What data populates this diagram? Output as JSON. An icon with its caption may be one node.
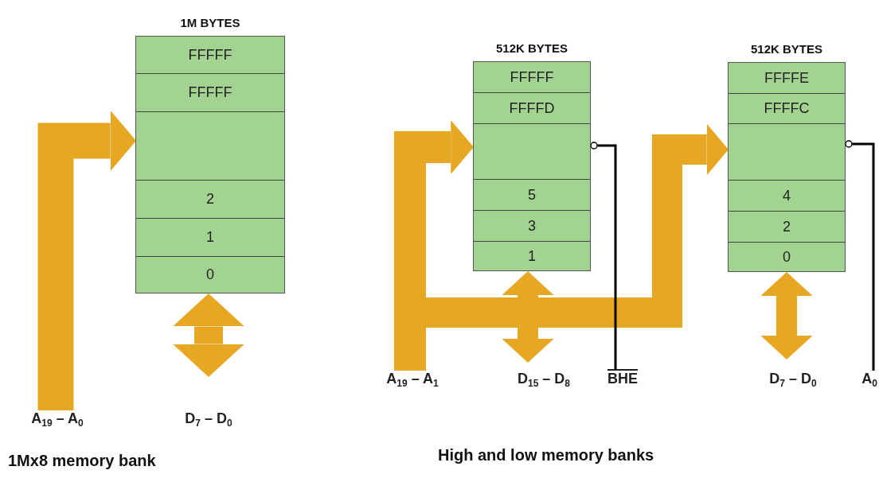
{
  "diagram": {
    "nodes": [
      {
        "text": [
          "1M BYTES"
        ]
      },
      {
        "text": [
          "FFFFF"
        ],
        "in": 0
      },
      {
        "text": [
          "FFFFF"
        ],
        "in": 0
      },
      {
        "text": [],
        "shape": "box",
        "in": 0
      },
      {
        "text": [
          "2"
        ],
        "in": 0
      },
      {
        "text": [
          "1"
        ],
        "in": 0
      },
      {
        "text": [
          "0"
        ],
        "in": 0
      },
      {
        "text": [
          "A$_{19}$ – A$_{0}$"
        ]
      },
      {
        "text": [
          "D$_{7}$ – D$_{0}$"
        ]
      },
      {
        "text": [
          "512K BYTES"
        ]
      },
      {
        "text": [
          "FFFFF"
        ],
        "in": 9
      },
      {
        "text": [
          "FFFFD"
        ],
        "in": 9
      },
      {
        "text": [],
        "shape": "box",
        "in": 9
      },
      {
        "text": [
          "5"
        ],
        "in": 9
      },
      {
        "text": [
          "3"
        ],
        "in": 9
      },
      {
        "text": [
          "1"
        ],
        "in": 9
      },
      {
        "text": [
          "512K BYTES"
        ]
      },
      {
        "text": [
          "FFFFE"
        ],
        "in": 16
      },
      {
        "text": [
          "FFFFC"
        ],
        "in": 16
      },
      {
        "text": [],
        "shape": "box",
        "in": 16
      },
      {
        "text": [
          "4"
        ],
        "in": 16
      },
      {
        "text": [
          "2"
        ],
        "in": 16
      },
      {
        "text": [
          "0"
        ],
        "in": 16
      },
      {
        "text": [
          "A$_{19}$ – A$_{1}$"
        ]
      },
      {
        "text": [
          "D$_{15}$ – D$_{8}$"
        ]
      },
      {
        "text": [
          "BHE"
        ]
      },
      {
        "text": [
          "D$_{7}$ – D$_{0}$"
        ]
      },
      {
        "text": [
          "A$_{0}$"
        ]
      }
    ],
    "edges": [
      {
        "from": 7,
        "to": 3,
        "arrow": "to"
      },
      {
        "from": 8,
        "to": 0,
        "arrow": "both"
      },
      {
        "from": 23,
        "to": 12,
        "arrow": "to"
      },
      {
        "from": 23,
        "to": 19,
        "arrow": "to"
      },
      {
        "from": 24,
        "to": 9,
        "arrow": "both"
      },
      {
        "from": 25,
        "to": 12,
        "arrow": "other",
        "color": "#000000"
      },
      {
        "from": 26,
        "to": 16,
        "arrow": "both"
      },
      {
        "from": 27,
        "to": 19,
        "arrow": "other",
        "color": "#000000"
      }
    ],
    "labels": [
      "1Mx8 memory bank",
      "High and low memory banks"
    ]
  }
}
